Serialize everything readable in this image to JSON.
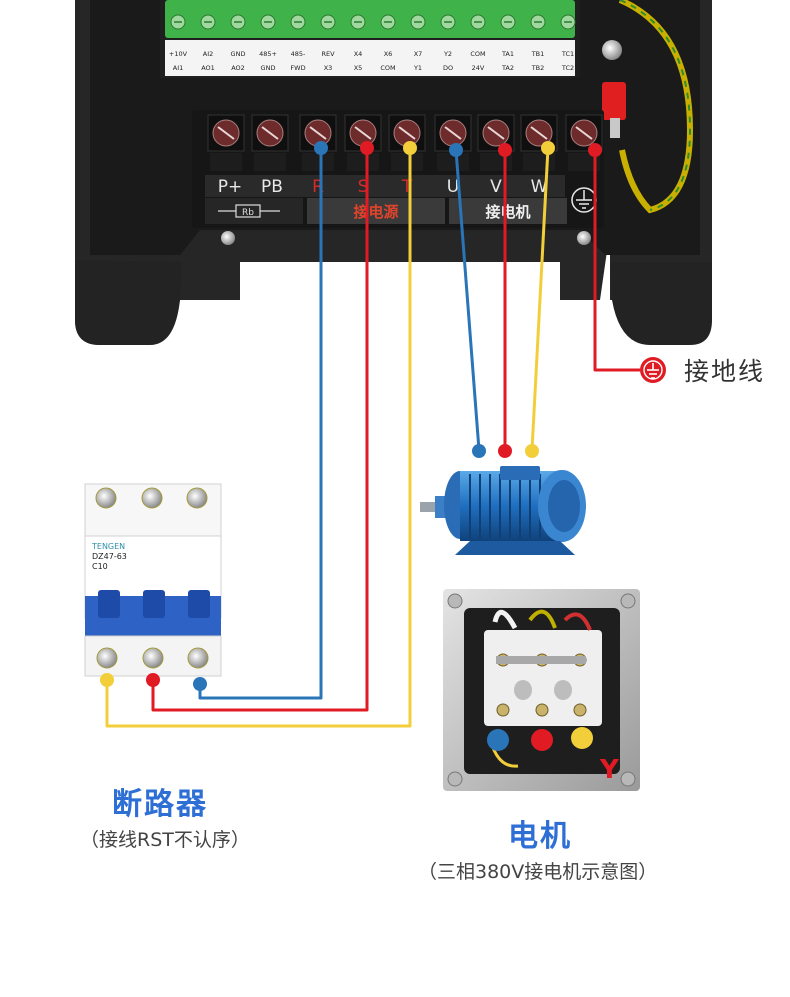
{
  "terminal_labels": [
    "P+",
    "PB",
    "R",
    "S",
    "T",
    "U",
    "V",
    "W"
  ],
  "brake_resistor_label": "Rb",
  "power_in_label": "接电源",
  "motor_out_label": "接电机",
  "control_terminals_top": [
    "+10V",
    "AI2",
    "GND",
    "485+",
    "485-",
    "REV",
    "X4",
    "X6",
    "X7",
    "Y2",
    "COM",
    "TA1",
    "TB1",
    "TC1"
  ],
  "control_terminals_bottom": [
    "AI1",
    "AO1",
    "AO2",
    "GND",
    "FWD",
    "X3",
    "X5",
    "COM",
    "Y1",
    "DO",
    "24V",
    "TA2",
    "TB2",
    "TC2"
  ],
  "ground_label": "接地线",
  "breaker": {
    "brand": "TENGEN",
    "model": "DZ47-63",
    "rating": "C10",
    "title": "断路器",
    "note": "（接线RST不认序）"
  },
  "motor": {
    "title": "电机",
    "note": "（三相380V接电机示意图）",
    "star_label": "Y"
  },
  "colors": {
    "blue": "#2a74b8",
    "red": "#e01b24",
    "yellow": "#f2cf3a",
    "title_blue": "#2e6fd6",
    "housing": "#2b2b2b"
  }
}
